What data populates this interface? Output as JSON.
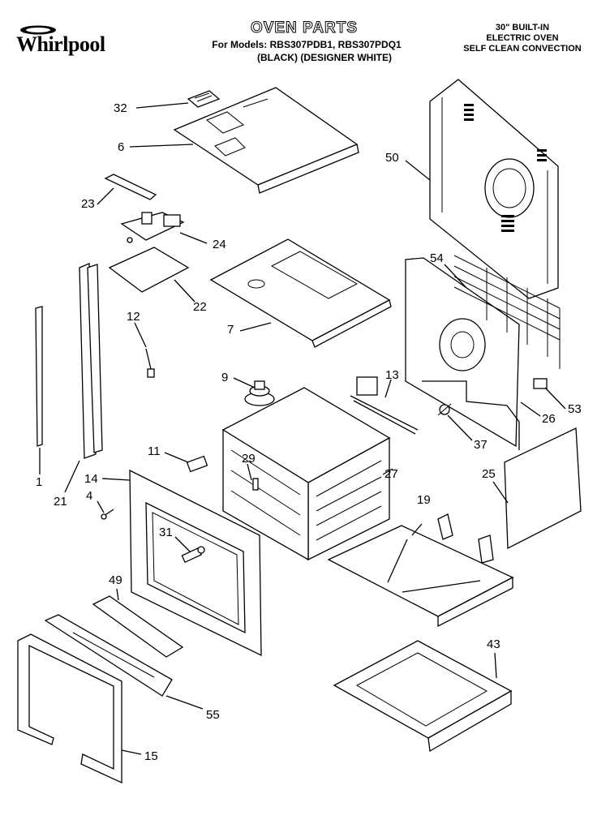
{
  "header": {
    "title": "OVEN PARTS",
    "models_line1": "For Models: RBS307PDB1, RBS307PDQ1",
    "models_line2": "(BLACK) (DESIGNER WHITE)",
    "right_line1": "30\" BUILT-IN",
    "right_line2": "ELECTRIC OVEN",
    "right_line3": "SELF CLEAN CONVECTION",
    "brand": "Whirlpool"
  },
  "callouts": {
    "c32": "32",
    "c6": "6",
    "c50": "50",
    "c23": "23",
    "c24": "24",
    "c22": "22",
    "c54": "54",
    "c7": "7",
    "c12": "12",
    "c9": "9",
    "c13": "13",
    "c53": "53",
    "c26": "26",
    "c37": "37",
    "c11": "11",
    "c29": "29",
    "c27": "27",
    "c14": "14",
    "c25": "25",
    "c1": "1",
    "c21": "21",
    "c4": "4",
    "c19": "19",
    "c31": "31",
    "c49": "49",
    "c43": "43",
    "c55": "55",
    "c15": "15"
  }
}
